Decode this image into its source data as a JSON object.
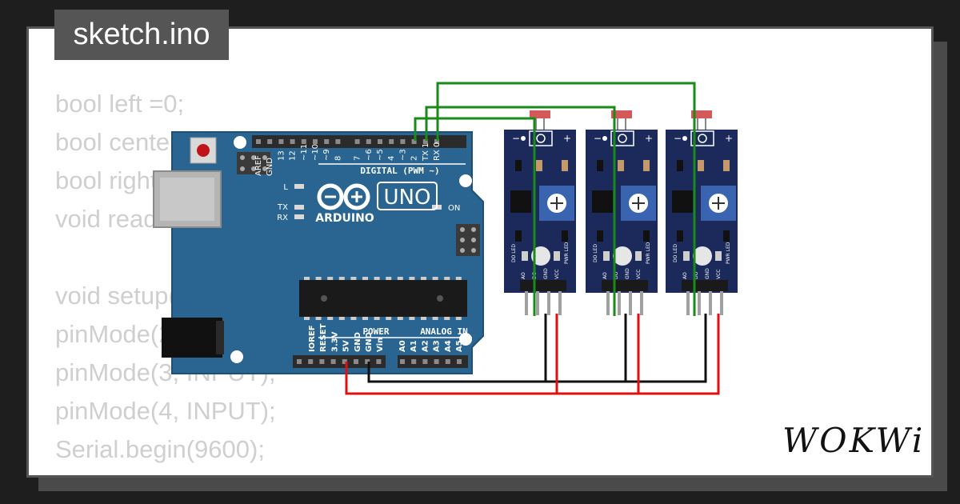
{
  "header": {
    "filename": "sketch.ino"
  },
  "code_lines": [
    "bool left =0;",
    "bool center =0;",
    "bool right =0;",
    "void readSensors(int velocity);",
    "",
    "void setup() {",
    "pinMode(2, INPUT);",
    "pinMode(3, INPUT);",
    "pinMode(4, INPUT);",
    "Serial.begin(9600);"
  ],
  "board": {
    "brand": "ARDUINO",
    "model": "UNO",
    "digital_header": "DIGITAL (PWM ~)",
    "digital_pins": [
      "AREF",
      "GND",
      "13",
      "12",
      "~11",
      "~10",
      "~9",
      "8",
      "7",
      "~6",
      "~5",
      "4",
      "~3",
      "2",
      "TX 1",
      "RX 0"
    ],
    "power_header": "POWER",
    "power_pins": [
      "IOREF",
      "RESET",
      "3.3V",
      "5V",
      "GND",
      "GND",
      "Vin"
    ],
    "analog_header": "ANALOG IN",
    "analog_pins": [
      "A0",
      "A1",
      "A2",
      "A3",
      "A4",
      "A5"
    ],
    "led_labels": {
      "l": "L",
      "tx": "TX",
      "rx": "RX",
      "on": "ON"
    }
  },
  "sensor": {
    "pin_labels": [
      "AO",
      "DO",
      "GND",
      "VCC"
    ],
    "led_labels": {
      "do_led": "DO LED",
      "pwr_led": "PWR LED"
    },
    "pot_signs": {
      "minus": "−",
      "plus": "+"
    }
  },
  "brand_logo": "WOKWi",
  "colors": {
    "background": "#1e1e1e",
    "card": "#ffffff",
    "tab": "#555555",
    "board": "#2a6591",
    "sensor_pcb": "#1b2a5a",
    "wire_green": "#1a8a1a",
    "wire_black": "#111111",
    "wire_red": "#e01010"
  }
}
